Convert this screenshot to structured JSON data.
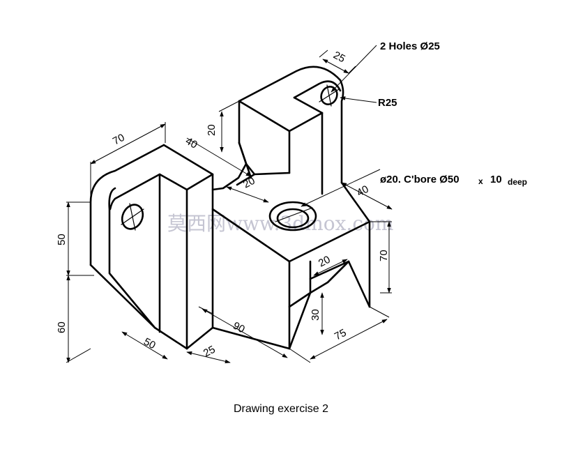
{
  "caption": "Drawing exercise 2",
  "watermark": "莫西网www.3dmox.com",
  "notes": {
    "holes": "2 Holes  Ø25",
    "radius": "R25",
    "cbore_main": "ø20. C'bore Ø50",
    "cbore_x": "x",
    "cbore_depth": "10",
    "cbore_deep": "deep"
  },
  "dimensions": {
    "top_width": "25",
    "boss_height": "20",
    "left_width": "70",
    "offset_40": "40",
    "slot_20": "20",
    "right_40": "40",
    "left_height_50": "50",
    "left_height_60": "60",
    "right_height_70": "70",
    "notch_20": "20",
    "notch_30": "30",
    "base_90": "90",
    "base_75": "75",
    "base_50": "50",
    "base_25": "25"
  }
}
